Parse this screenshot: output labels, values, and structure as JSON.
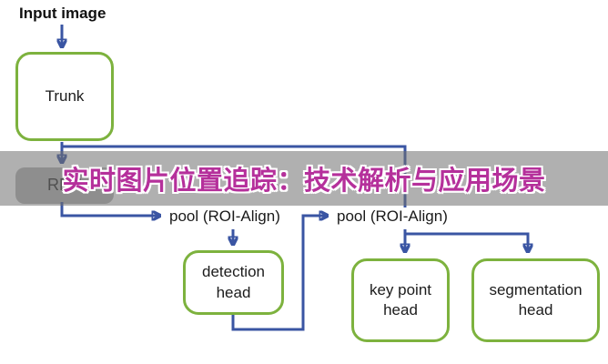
{
  "banner": {
    "text": "实时图片位置追踪：技术解析与应用场景"
  },
  "diagram": {
    "input_label": "Input image",
    "trunk_label": "Trunk",
    "rpn_label": "RPN",
    "pool1_label": "pool (ROI-Align)",
    "pool2_label": "pool (ROI-Align)",
    "detection_label": "detection head",
    "keypoint_label": "key point head",
    "segmentation_label": "segmentation head"
  },
  "colors": {
    "box_border_green": "#7db23e",
    "arrow_blue": "#3a55a3",
    "rpn_fill_gray": "#b3b3b3",
    "banner_text_magenta": "#b5309b",
    "banner_background": "rgba(112,112,112,0.55)"
  }
}
